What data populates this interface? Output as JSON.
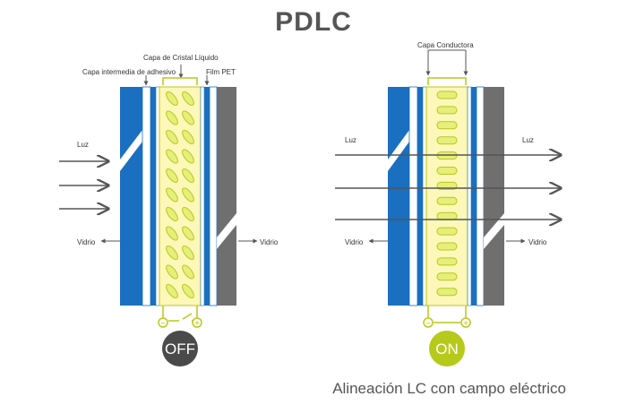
{
  "title": "PDLC",
  "labels": {
    "lc_layer": "Capa de Cristal Líquido",
    "adhesive_layer": "Capa intermedia de adhesivo",
    "pet_film": "Film PET",
    "conductive_layer": "Capa Conductora",
    "light": "Luz",
    "glass": "Vidrio",
    "minus": "−",
    "plus": "+"
  },
  "states": {
    "off": "OFF",
    "on": "ON"
  },
  "caption": "Alineación LC con campo eléctrico",
  "colors": {
    "glass_blue": "#1a6fc1",
    "glass_gray": "#6f6f6f",
    "lc_fill": "#fdf7b9",
    "accent_green": "#b7c91a",
    "off_circle": "#4a4a4a",
    "arrow": "#555555"
  }
}
